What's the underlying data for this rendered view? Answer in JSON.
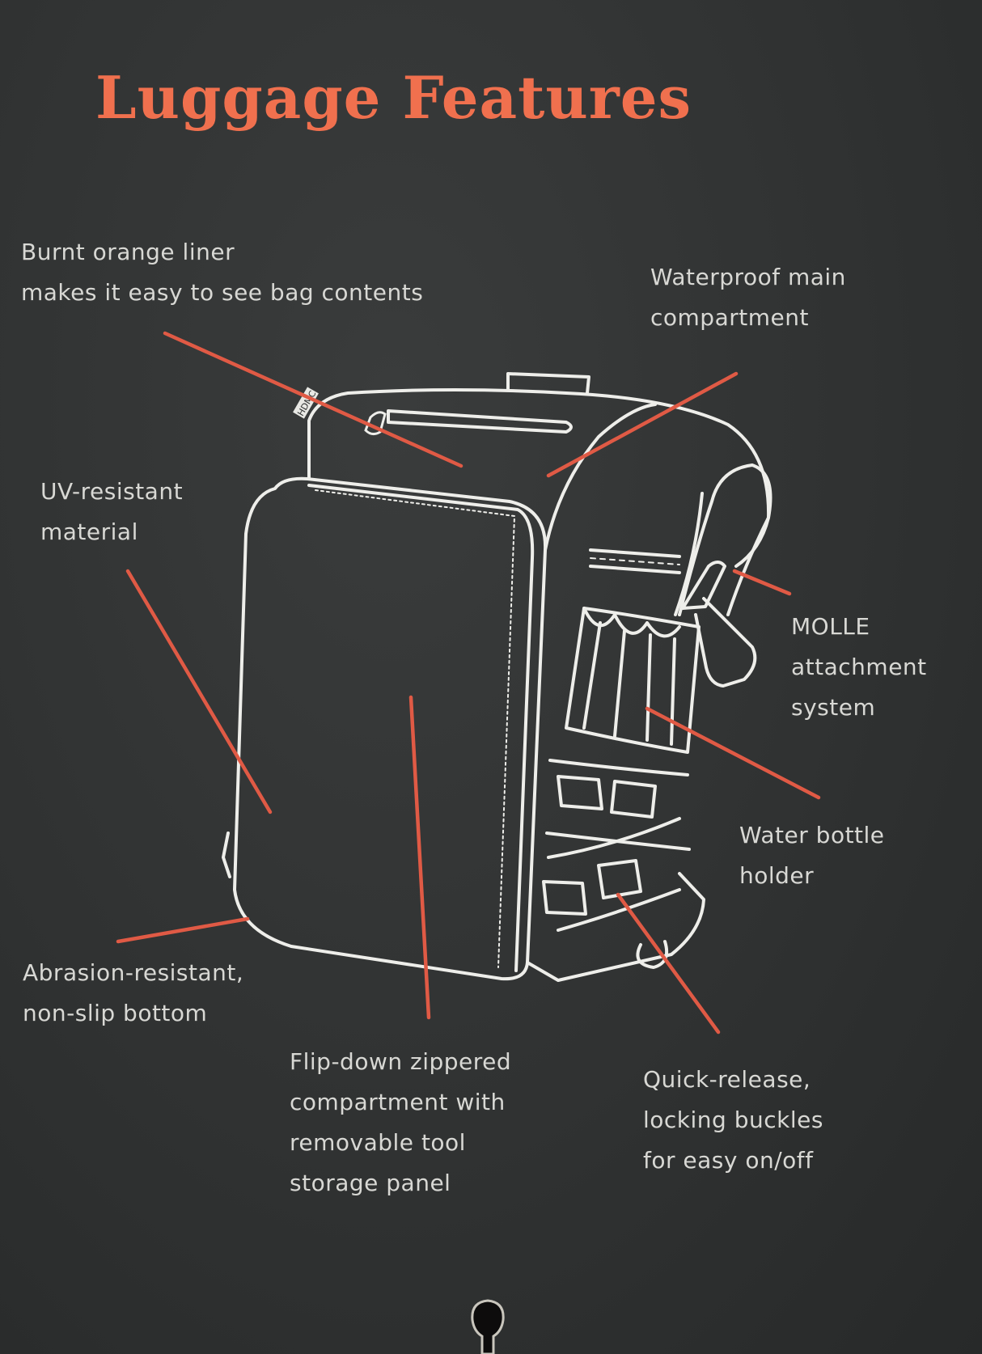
{
  "title": "Luggage Features",
  "accent_color": "#f0704e",
  "line_color": "#e05a45",
  "background_color": "#2f3131",
  "brand_tag": "HDMC",
  "features": [
    {
      "id": "liner",
      "text": "Burnt orange liner\nmakes it easy to see bag contents"
    },
    {
      "id": "waterproof",
      "text": "Waterproof main\ncompartment"
    },
    {
      "id": "uv",
      "text": "UV-resistant\nmaterial"
    },
    {
      "id": "molle",
      "text": "MOLLE\nattachment\nsystem"
    },
    {
      "id": "bottle",
      "text": "Water bottle\nholder"
    },
    {
      "id": "bottom",
      "text": "Abrasion-resistant,\nnon-slip bottom"
    },
    {
      "id": "flipdown",
      "text": "Flip-down zippered\ncompartment with\nremovable tool\nstorage panel"
    },
    {
      "id": "buckles",
      "text": "Quick-release,\nlocking buckles\nfor easy on/off"
    }
  ]
}
